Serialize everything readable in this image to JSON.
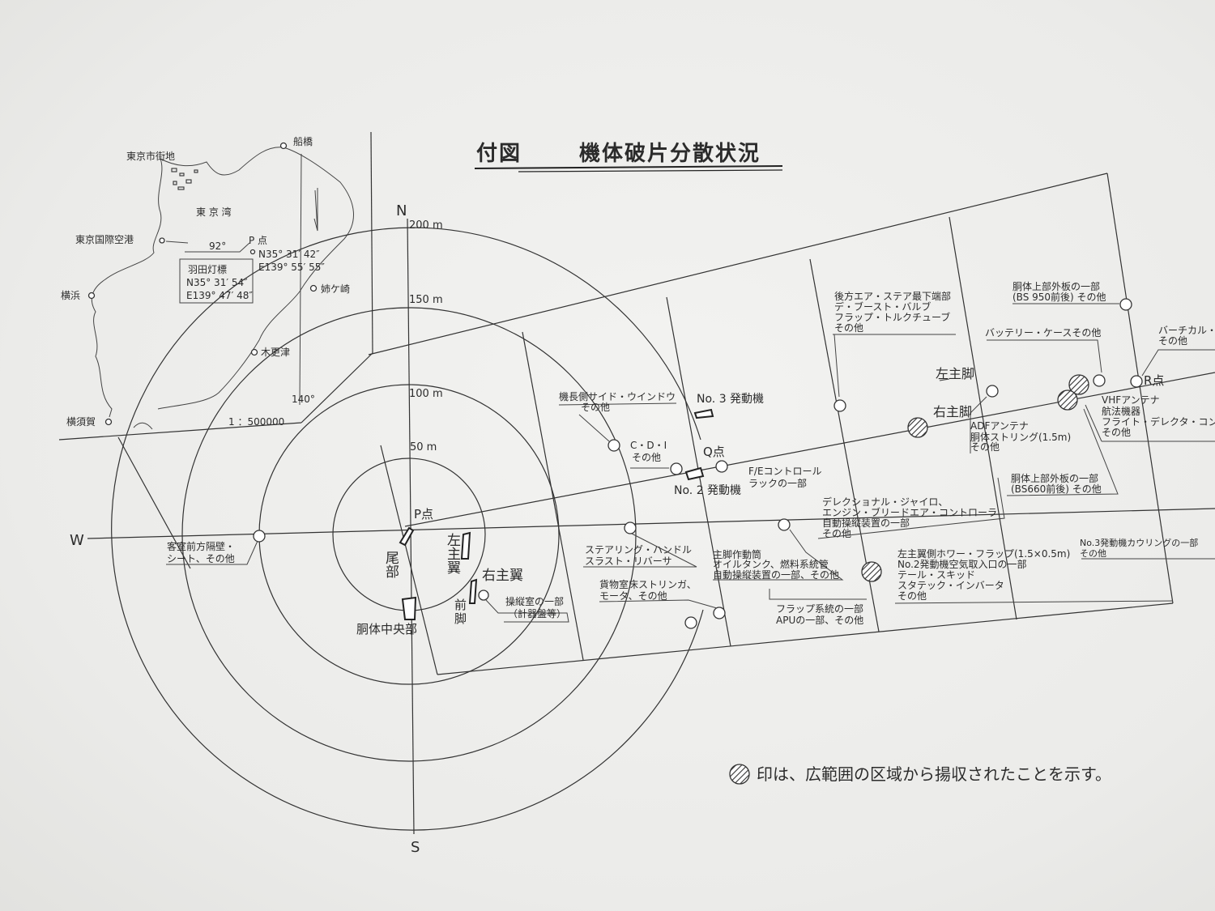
{
  "title": {
    "prefix": "付図",
    "main": "機体破片分散状況"
  },
  "compass": {
    "n": "N",
    "s": "S",
    "w": "W"
  },
  "rings": [
    "200 m",
    "150 m",
    "100 m",
    "50 m"
  ],
  "points": {
    "p": "P点",
    "q": "Q点",
    "r": "R点"
  },
  "inset": {
    "funabashi": "船橋",
    "tokyo_city": "東京市街地",
    "tokyo_bay": "東 京 湾",
    "haneda_airport": "東京国際空港",
    "angle": "92°",
    "p_point": "P 点",
    "p_lat": "N35° 31′ 42″",
    "p_lon": "E139° 55′ 55″",
    "beacon": "羽田灯標",
    "beacon_lat": "N35° 31′ 54″",
    "beacon_lon": "E139° 47′ 48″",
    "anegasaki": "姉ケ崎",
    "yokohama": "横浜",
    "kisarazu": "木更津",
    "lon140": "140°",
    "yokosuka": "横須賀",
    "scale": "1 ：500000"
  },
  "labels": {
    "tail": "尾部",
    "fuselage_center": "胴体中央部",
    "left_wing": "左主翼",
    "right_wing": "右主翼",
    "nose_gear": "前脚",
    "cockpit_1": "操縦室の一部",
    "cockpit_2": "（計器盤等）",
    "cabin_1": "客室前方隔壁・",
    "cabin_2": "シート、その他",
    "window_1": "機長側サイド・ウインドウ",
    "window_2": "その他",
    "cdi_1": "C・D・I",
    "cdi_2": "その他",
    "no3": "No. 3 発動機",
    "no2": "No. 2 発動機",
    "fe_1": "F/Eコントロール",
    "fe_2": "ラックの一部",
    "steer_1": "ステアリング・ハンドル",
    "steer_2": "スラスト・リバーサ",
    "cargo_1": "貨物室床ストリンガ、",
    "cargo_2": "モータ、その他",
    "gear_act_1": "主脚作動筒",
    "gear_act_2": "オイルタンク、燃料系統管",
    "gear_act_3": "自動操縦装置の一部、その他",
    "gyro_1": "デレクショナル・ジャイロ、",
    "gyro_2": "エンジン・ブリードエア・コントローラ",
    "gyro_3": "自動操縦装置の一部",
    "gyro_4": "その他",
    "flap_sys_1": "フラップ系統の一部",
    "flap_sys_2": "APUの一部、その他",
    "aft_1": "後方エア・ステア最下端部",
    "aft_2": "デ・ブースト・バルブ",
    "aft_3": "フラップ・トルクチューブ",
    "aft_4": "その他",
    "left_gear": "左主脚",
    "right_gear": "右主脚",
    "adf_1": "ADFアンテナ",
    "adf_2": "胴体ストリング(1.5m)",
    "adf_3": "その他",
    "bs660_1": "胴体上部外板の一部",
    "bs660_2": "(BS660前後) その他",
    "bs950_1": "胴体上部外板の一部",
    "bs950_2": "(BS 950前後) その他",
    "battery": "バッテリー・ケースその他",
    "vertical_1": "バーチカル・",
    "vertical_2": "その他",
    "vhf_1": "VHFアンテナ",
    "vhf_2": "航法機器",
    "vhf_3": "フライト・デレクタ・コン",
    "vhf_4": "その他",
    "lwflap_1": "左主翼側ホワー・フラップ(1.5×0.5m)",
    "lwflap_2": "No.2発動機空気取入口の一部",
    "lwflap_3": "テール・スキッド",
    "lwflap_4": "スタテック・インバータ",
    "lwflap_5": "その他",
    "no3cowl_1": "No.3発動機カウリングの一部",
    "no3cowl_2": "その他"
  },
  "legend": "印は、広範囲の区域から揚収されたことを示す。"
}
